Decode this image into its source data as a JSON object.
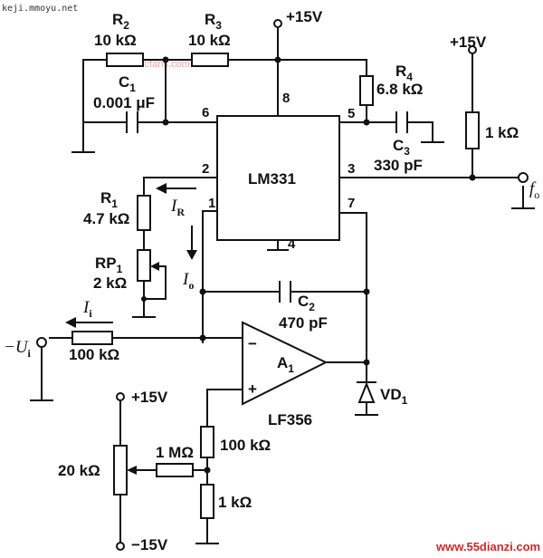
{
  "watermarks": {
    "top_left": "keji.mmoyu.net",
    "center": "elecfans.com",
    "bottom_right": "www.55dianzi.com"
  },
  "ic": {
    "name": "LM331",
    "pins": {
      "p1": "1",
      "p2": "2",
      "p3": "3",
      "p4": "4",
      "p5": "5",
      "p6": "6",
      "p7": "7",
      "p8": "8"
    }
  },
  "opamp": {
    "name": "A",
    "name_sub": "1",
    "part": "LF356",
    "minus": "−",
    "plus": "+"
  },
  "supplies": {
    "vcc_top": "+15V",
    "vcc_right": "+15V",
    "vcc_pot": "+15V",
    "vee_pot": "−15V"
  },
  "components": {
    "r2": {
      "name": "R",
      "sub": "2",
      "value": "10 kΩ"
    },
    "r3": {
      "name": "R",
      "sub": "3",
      "value": "10 kΩ"
    },
    "r4": {
      "name": "R",
      "sub": "4",
      "value": "6.8 kΩ"
    },
    "c1": {
      "name": "C",
      "sub": "1",
      "value": "0.001 μF"
    },
    "c3": {
      "name": "C",
      "sub": "3",
      "value": "330 pF"
    },
    "r_pullup": {
      "value": "1 kΩ"
    },
    "r1": {
      "name": "R",
      "sub": "1",
      "value": "4.7 kΩ"
    },
    "rp1": {
      "name": "RP",
      "sub": "1",
      "value": "2 kΩ"
    },
    "c2": {
      "name": "C",
      "sub": "2",
      "value": "470 pF"
    },
    "r_in": {
      "value": "100 kΩ"
    },
    "vd1": {
      "name": "VD",
      "sub": "1"
    },
    "pot20": {
      "value": "20 kΩ"
    },
    "r_1m": {
      "value": "1 MΩ"
    },
    "r_100k": {
      "value": "100 kΩ"
    },
    "r_1k": {
      "value": "1 kΩ"
    }
  },
  "signals": {
    "ir": {
      "name": "I",
      "sub": "R"
    },
    "io": {
      "name": "I",
      "sub": "o"
    },
    "ii": {
      "name": "I",
      "sub": "i"
    },
    "ui": {
      "prefix": "−U",
      "sub": "i"
    },
    "fo": {
      "name": "f",
      "sub": "o"
    }
  }
}
